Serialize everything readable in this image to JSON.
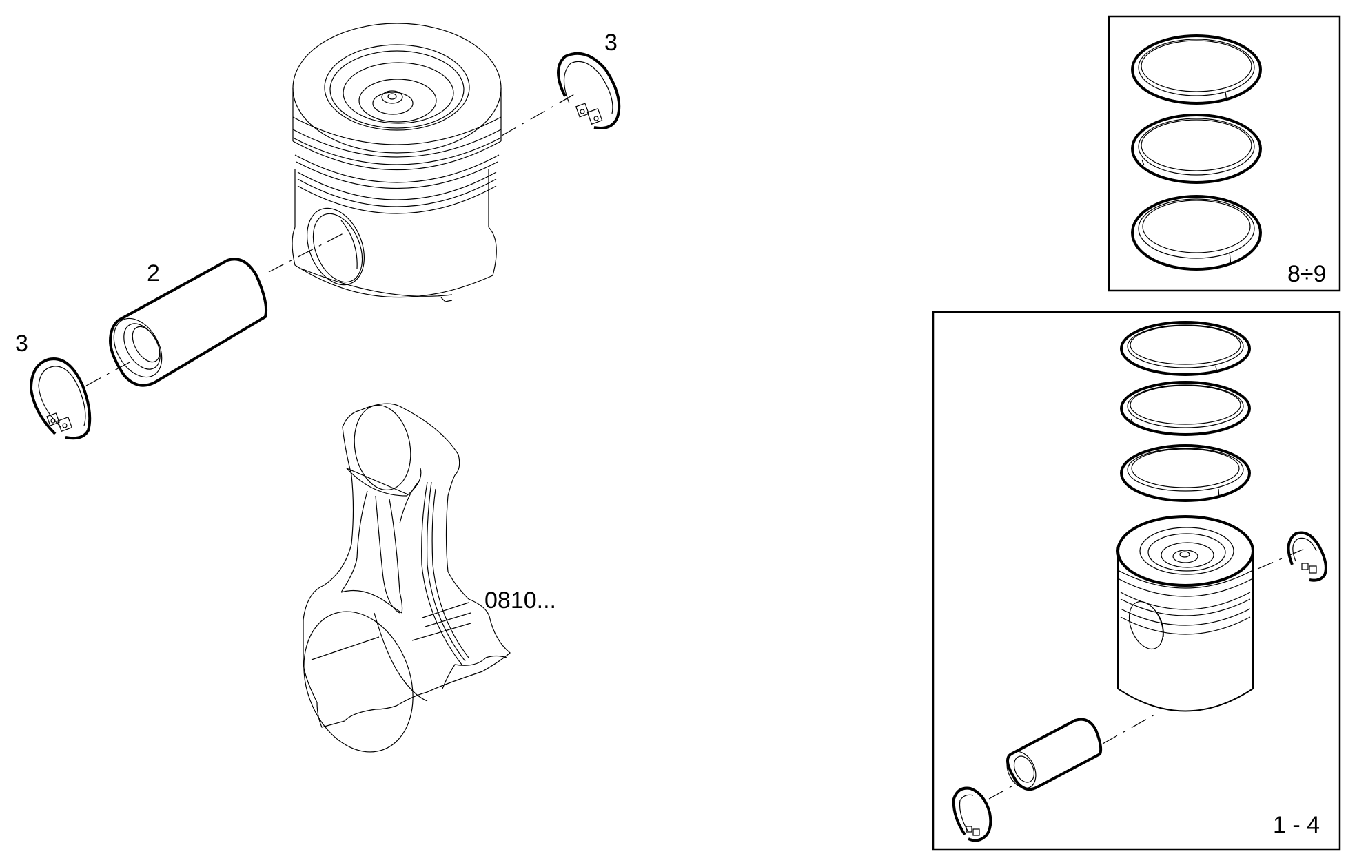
{
  "diagram": {
    "type": "exploded parts diagram",
    "subject": "piston and connecting rod assembly",
    "colors": {
      "line": "#000000",
      "background": "#ffffff"
    }
  },
  "labels": {
    "circlip_right": "3",
    "piston_pin": "2",
    "circlip_left": "3",
    "connecting_rod_ref": "0810...",
    "rings_kit": "8÷9",
    "piston_kit": "1 - 4"
  },
  "parts": [
    {
      "ref": "3",
      "name": "circlip (right)"
    },
    {
      "ref": "2",
      "name": "piston pin"
    },
    {
      "ref": "3",
      "name": "circlip (left)"
    },
    {
      "ref": "0810...",
      "name": "connecting rod"
    },
    {
      "ref": "8÷9",
      "name": "piston ring set (3 rings)"
    },
    {
      "ref": "1 - 4",
      "name": "piston kit (rings, piston, pin, circlips)"
    }
  ]
}
